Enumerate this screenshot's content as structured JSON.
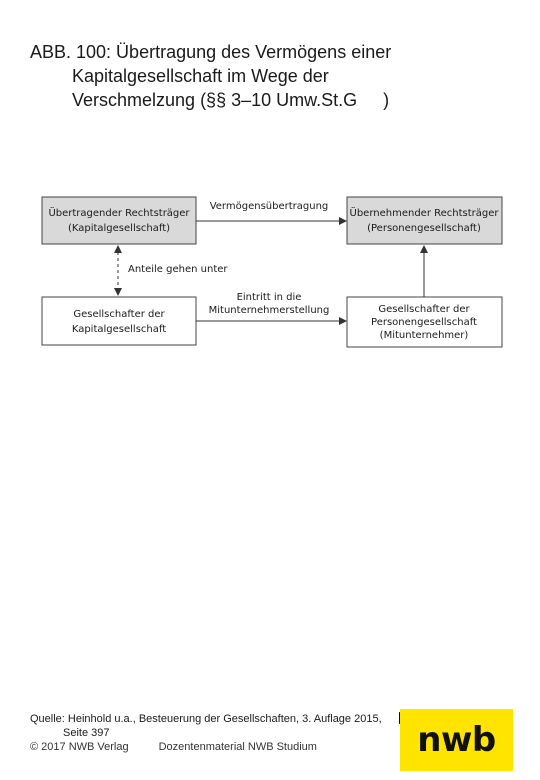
{
  "title": {
    "line1": "ABB. 100: Übertragung des Vermögens einer",
    "line2": "Kapitalgesellschaft im Wege der",
    "line3_a": "Verschmelzung (§§ 3–10 Umw.St.G",
    "line3_b": ")"
  },
  "diagram": {
    "box_top_left": {
      "line1": "Übertragender Rechtsträger",
      "line2": "(Kapitalgesellschaft)"
    },
    "box_top_right": {
      "line1": "Übernehmender Rechtsträger",
      "line2": "(Personengesellschaft)"
    },
    "box_bottom_left": {
      "line1": "Gesellschafter der",
      "line2": "Kapitalgesellschaft"
    },
    "box_bottom_right": {
      "line1": "Gesellschafter der",
      "line2": "Personengesellschaft",
      "line3": "(Mitunternehmer)"
    },
    "edge_top": "Vermögensübertragung",
    "edge_vertical": "Anteile gehen unter",
    "edge_bottom": {
      "line1": "Eintritt in die",
      "line2": "Mitunternehmerstellung"
    }
  },
  "source": {
    "line1": "Quelle: Heinhold u.a., Besteuerung der Gesellschaften, 3. Auflage 2015,",
    "line2": "Seite 397"
  },
  "footer": {
    "copyright": "© 2017 NWB Verlag",
    "course": "Dozentenmaterial NWB Studium"
  },
  "logo": {
    "text": "nwb",
    "color": "#ffe400"
  }
}
